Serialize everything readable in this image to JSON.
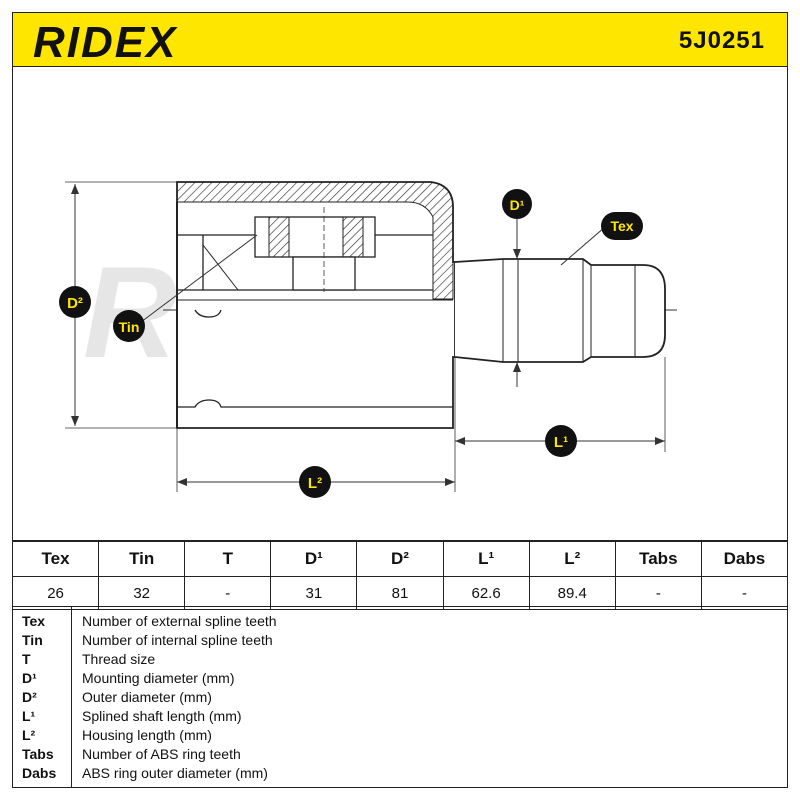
{
  "header": {
    "brand": "RIDEX",
    "part_number": "5J0251",
    "background": "#ffe600"
  },
  "drawing": {
    "watermark": "RIDEX",
    "labels": {
      "d1": "D¹",
      "d2": "D²",
      "tex": "Tex",
      "tin": "Tin",
      "l1": "L¹",
      "l2": "L²"
    }
  },
  "table": {
    "headers": [
      "Tex",
      "Tin",
      "T",
      "D¹",
      "D²",
      "L¹",
      "L²",
      "Tabs",
      "Dabs"
    ],
    "values": [
      "26",
      "32",
      "-",
      "31",
      "81",
      "62.6",
      "89.4",
      "-",
      "-"
    ]
  },
  "legend": [
    {
      "code": "Tex",
      "desc": "Number of external spline teeth"
    },
    {
      "code": "Tin",
      "desc": "Number of internal spline teeth"
    },
    {
      "code": "T",
      "desc": "Thread size"
    },
    {
      "code": "D¹",
      "desc": "Mounting diameter (mm)"
    },
    {
      "code": "D²",
      "desc": "Outer diameter (mm)"
    },
    {
      "code": "L¹",
      "desc": "Splined shaft length (mm)"
    },
    {
      "code": "L²",
      "desc": "Housing length (mm)"
    },
    {
      "code": "Tabs",
      "desc": "Number of ABS ring teeth"
    },
    {
      "code": "Dabs",
      "desc": "ABS ring outer diameter (mm)"
    }
  ]
}
